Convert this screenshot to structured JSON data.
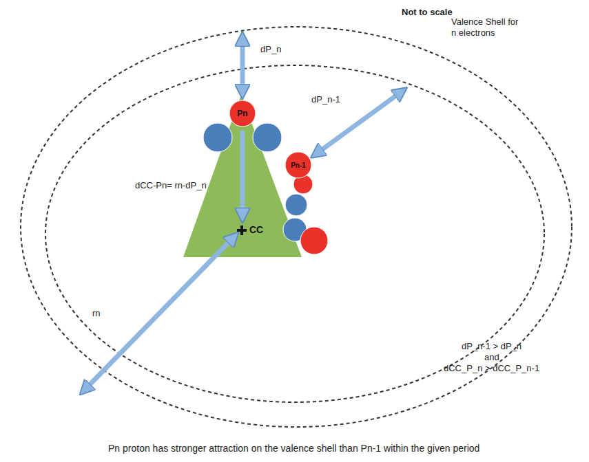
{
  "diagram": {
    "caption": "Pn proton has stronger attraction on the valence shell than Pn-1 within the given period",
    "nodes": [
      {
        "text": [
          "CC"
        ]
      },
      {
        "text": [
          "Pn"
        ]
      },
      {
        "text": [
          "Pn-1"
        ]
      }
    ],
    "labels": [
      "Not to scale",
      "Valence Shell for n electrons",
      "dP_n",
      "dP_n-1",
      "dCC-Pn= rn-dP_n",
      "rn",
      "dP_n-1 > dP_n",
      "and",
      "dCC_P_n > dCC_P_n-1"
    ]
  }
}
